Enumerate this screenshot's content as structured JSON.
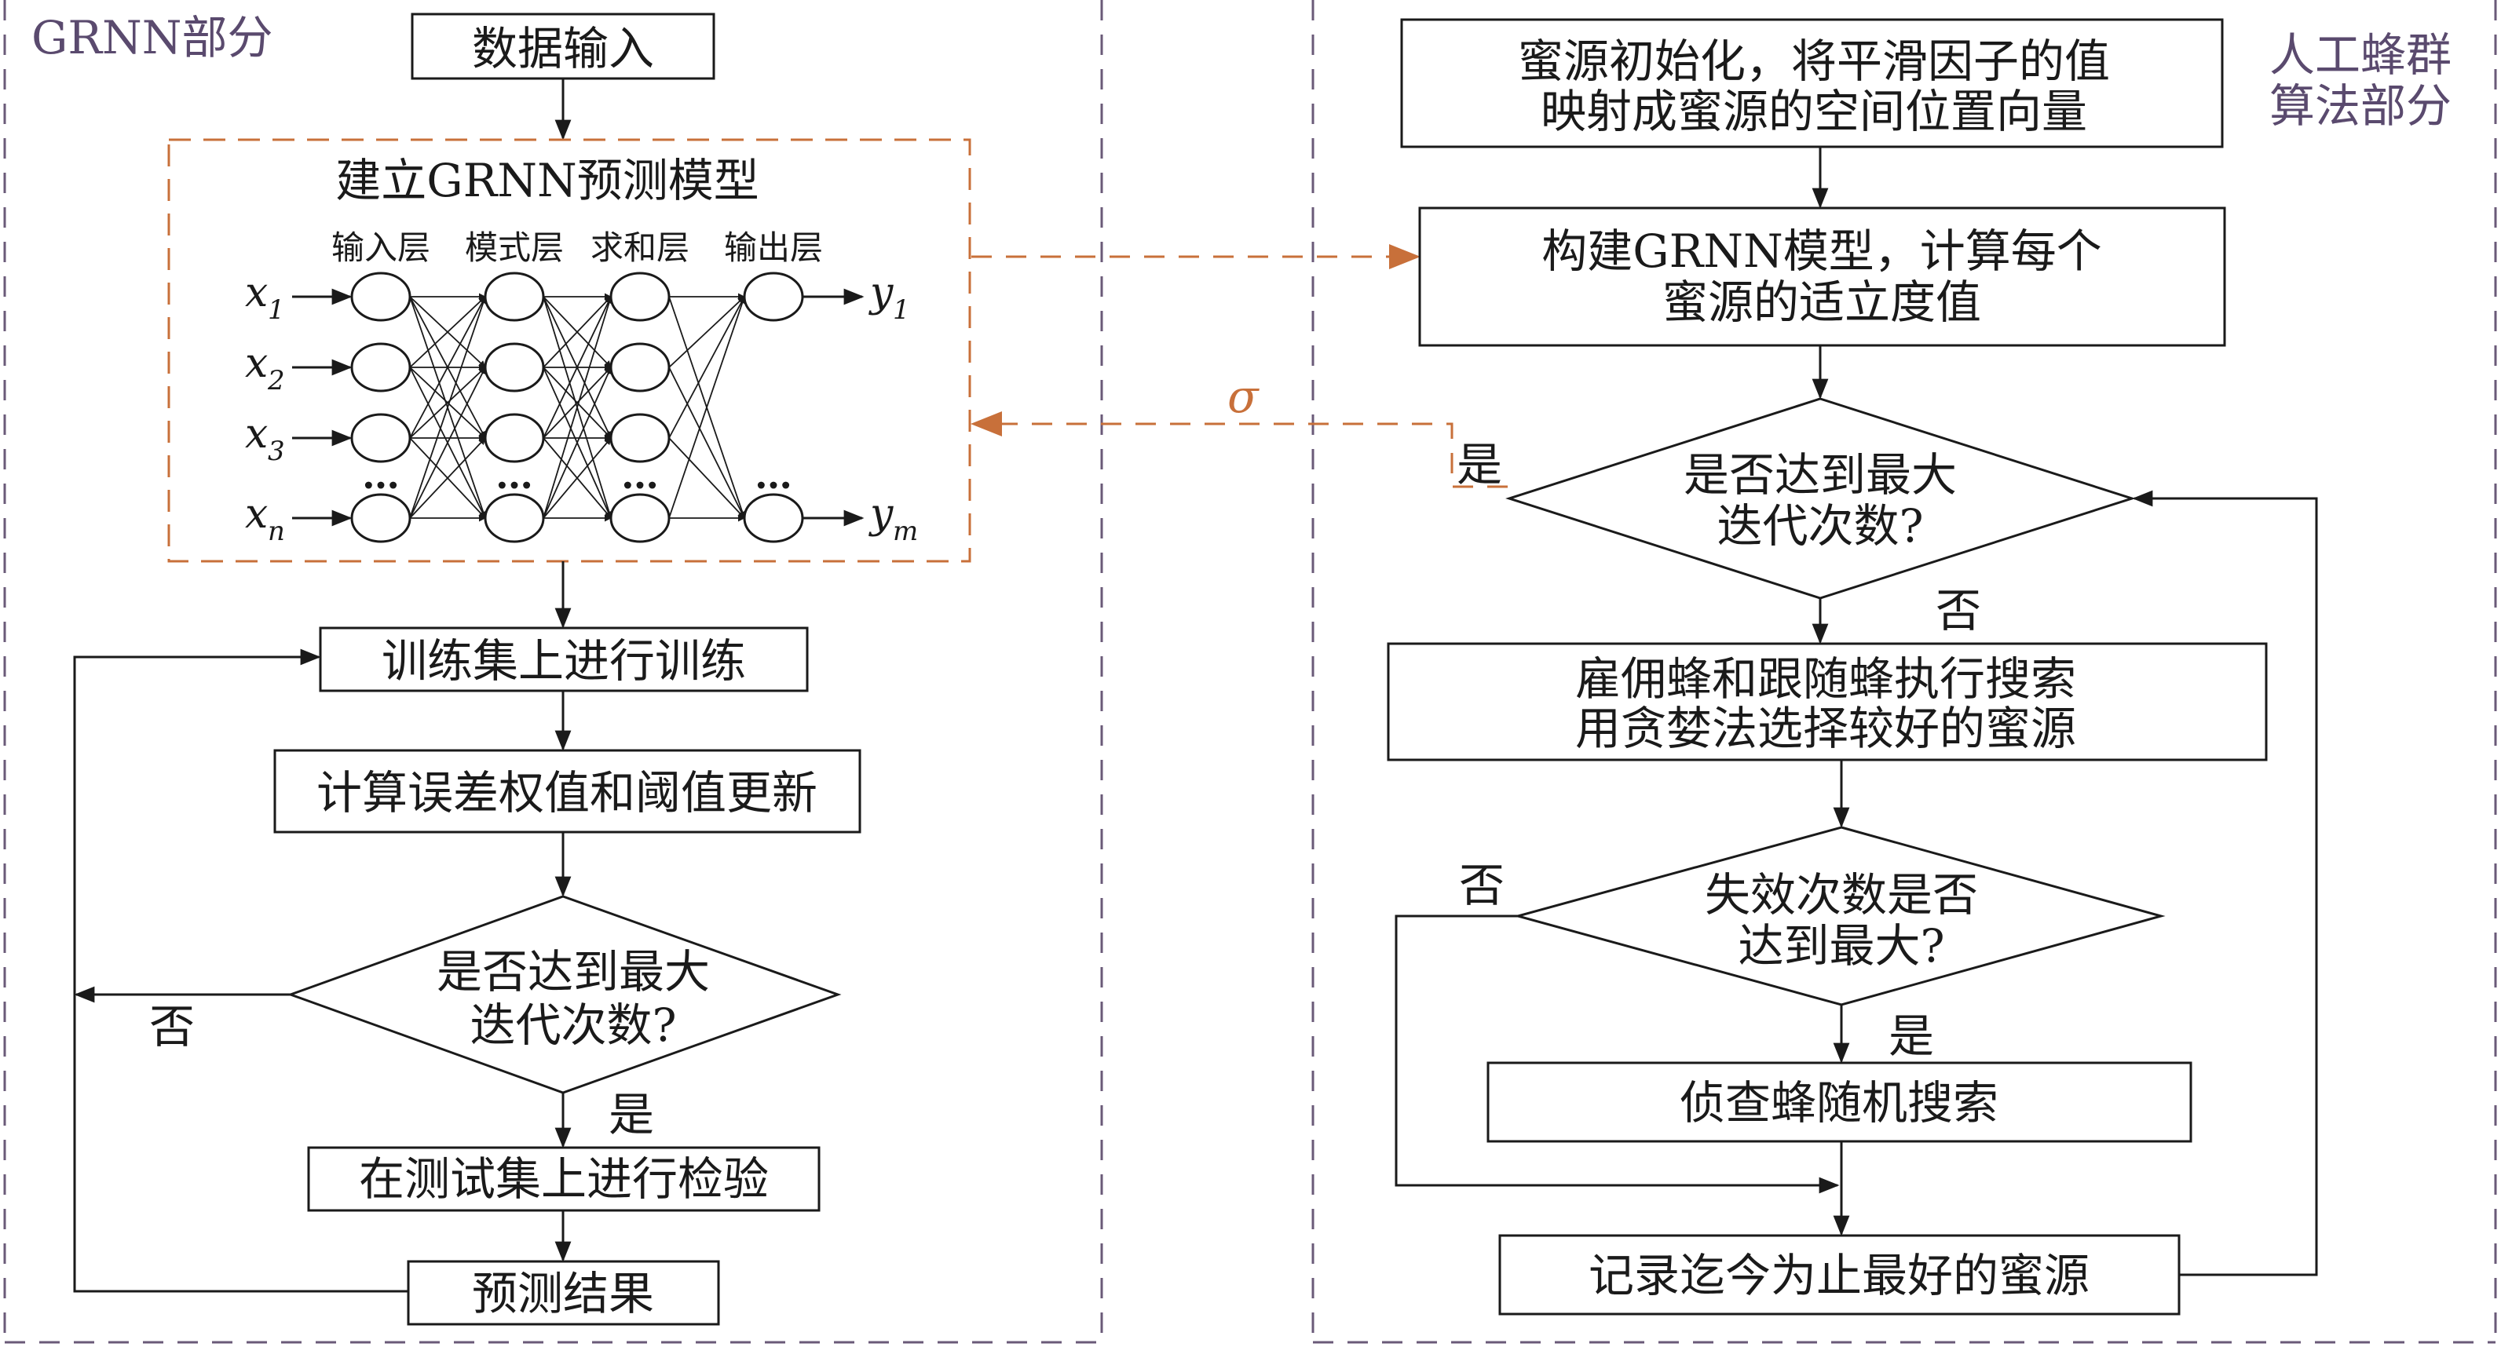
{
  "diagram": {
    "left_section_label": "GRNN部分",
    "right_section_label_line1": "人工蜂群",
    "right_section_label_line2": "算法部分",
    "grnn_flow": {
      "data_input": "数据输入",
      "build_model": "建立GRNN预测模型",
      "layer_input": "输入层",
      "layer_pattern": "模式层",
      "layer_sum": "求和层",
      "layer_output": "输出层",
      "train": "训练集上进行训练",
      "update": "计算误差权值和阈值更新",
      "decision_line1": "是否达到最大",
      "decision_line2": "迭代次数?",
      "no_label": "否",
      "yes_label": "是",
      "test": "在测试集上进行检验",
      "result": "预测结果"
    },
    "network": {
      "input_vars": [
        "x",
        "x",
        "x",
        "x"
      ],
      "input_subs": [
        "1",
        "2",
        "3",
        "n"
      ],
      "output_vars": [
        "y",
        "y"
      ],
      "output_subs": [
        "1",
        "m"
      ],
      "ellipsis": "…",
      "colors": {
        "line": "#1a1a1a",
        "node_fill": "#ffffff"
      }
    },
    "abc_flow": {
      "init_line1": "蜜源初始化，将平滑因子的值",
      "init_line2": "映射成蜜源的空间位置向量",
      "fitness_line1": "构建GRNN模型，计算每个",
      "fitness_line2": "蜜源的适立度值",
      "decision1_line1": "是否达到最大",
      "decision1_line2": "迭代次数?",
      "decision1_yes": "是",
      "decision1_no": "否",
      "search_line1": "雇佣蜂和跟随蜂执行搜索",
      "search_line2": "用贪婪法选择较好的蜜源",
      "decision2_line1": "失效次数是否",
      "decision2_line2": "达到最大?",
      "decision2_no": "否",
      "decision2_yes": "是",
      "scout": "侦查蜂随机搜索",
      "record": "记录迄今为止最好的蜜源"
    },
    "sigma_label": "σ",
    "colors": {
      "accent": "#c8703a",
      "section_label": "#5a4a6e",
      "section_border": "#6a5a78",
      "line": "#1a1a1a"
    }
  }
}
